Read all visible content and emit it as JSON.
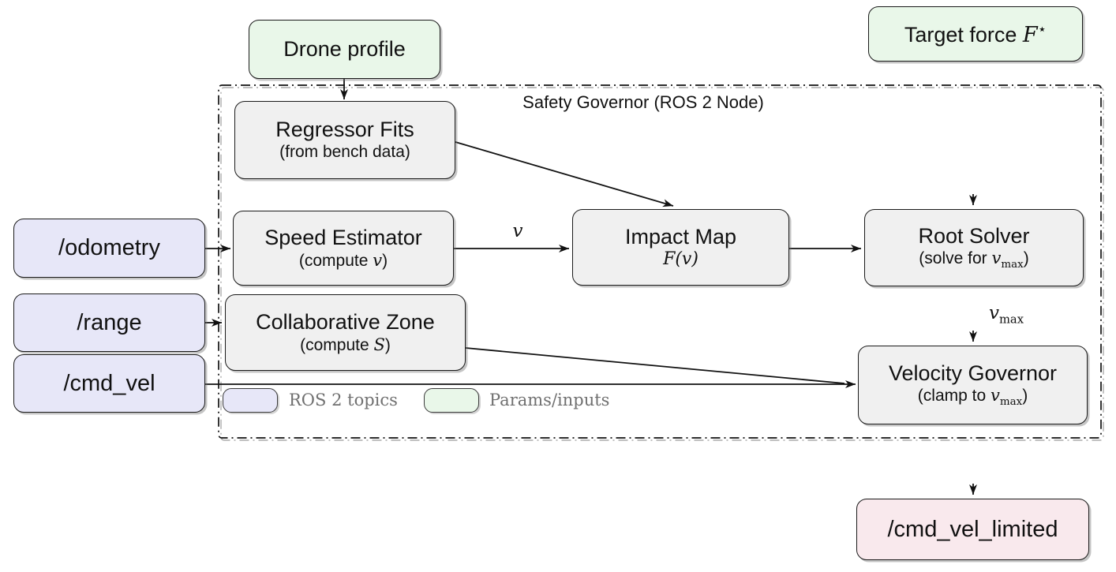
{
  "diagram": {
    "container_label": "Safety Governor (ROS 2 Node)",
    "params": {
      "drone_profile": {
        "label": "Drone profile"
      },
      "target_force": {
        "label": "Target force ",
        "math": "F",
        "sup": "⋆"
      }
    },
    "topics": {
      "odometry": {
        "label": "/odometry"
      },
      "range": {
        "label": "/range"
      },
      "cmd_vel": {
        "label": "/cmd_vel"
      },
      "cmd_vel_limited": {
        "label": "/cmd_vel_limited"
      }
    },
    "nodes": {
      "regressor_fits": {
        "title": "Regressor Fits",
        "sub_pre": "(from bench data)"
      },
      "speed_estimator": {
        "title": "Speed Estimator",
        "sub_pre": "(compute ",
        "sub_math": "v",
        "sub_post": ")"
      },
      "impact_map": {
        "title": "Impact Map",
        "sub_math": "F(v)"
      },
      "root_solver": {
        "title": "Root Solver",
        "sub_pre": "(solve for ",
        "sub_math": "v",
        "sub_sub": "max",
        "sub_post": ")"
      },
      "velocity_governor": {
        "title": "Velocity Governor",
        "sub_pre": "(clamp to ",
        "sub_math": "v",
        "sub_sub": "max",
        "sub_post": ")"
      }
    },
    "edge_labels": {
      "v": {
        "math": "v"
      },
      "vmax": {
        "math": "v",
        "sub": "max"
      }
    },
    "legend": {
      "topics": {
        "label": "ROS 2 topics",
        "color": "#e7e7f8"
      },
      "params": {
        "label": "Params/inputs",
        "color": "#e9f7e9"
      }
    },
    "colors": {
      "topic_fill": "#e7e7f8",
      "param_fill": "#e9f7e9",
      "process_fill": "#f0f0f0",
      "output_fill": "#f9e9ed",
      "border": "#1a1a1a",
      "legend_text": "#707070"
    }
  }
}
